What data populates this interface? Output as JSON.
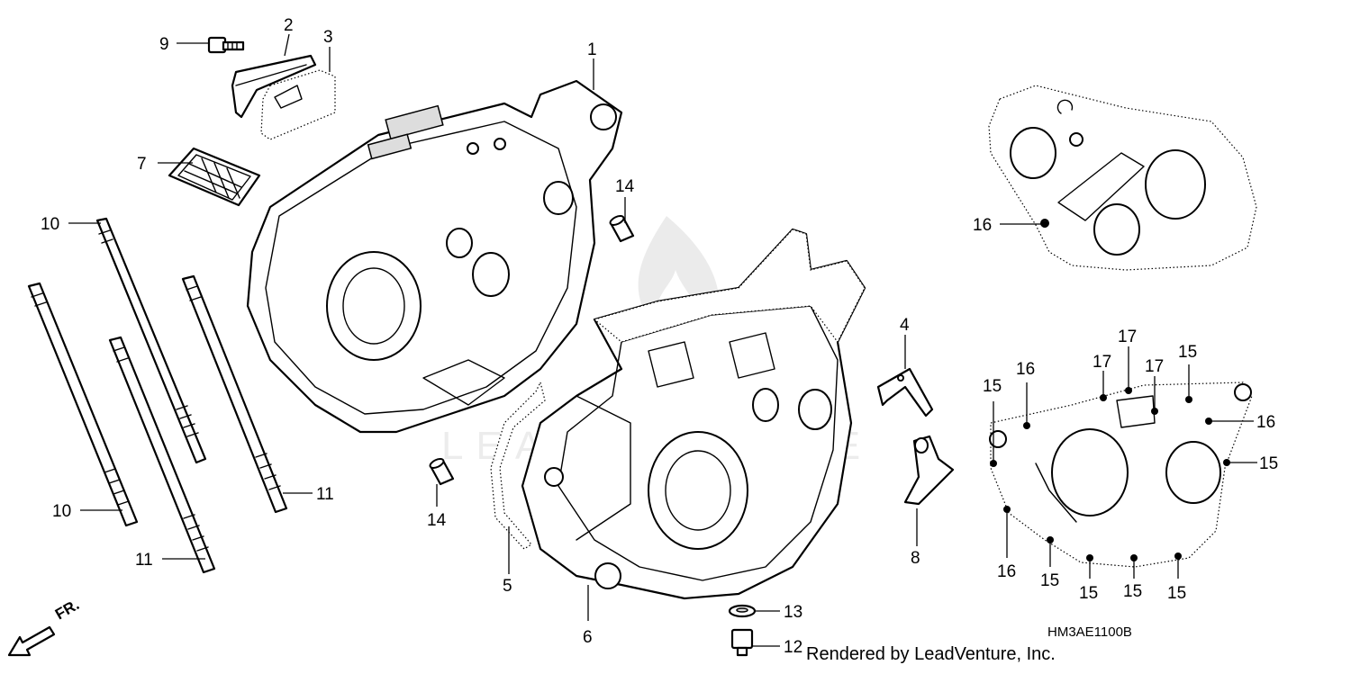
{
  "diagram": {
    "code": "HM3AE1100B",
    "credit": "Rendered by LeadVenture, Inc.",
    "direction_label": "FR.",
    "watermark_word": "LEADVENTURE"
  },
  "callouts": [
    {
      "id": "c1",
      "label": "1"
    },
    {
      "id": "c2",
      "label": "2"
    },
    {
      "id": "c3",
      "label": "3"
    },
    {
      "id": "c4",
      "label": "4"
    },
    {
      "id": "c5",
      "label": "5"
    },
    {
      "id": "c6",
      "label": "6"
    },
    {
      "id": "c7",
      "label": "7"
    },
    {
      "id": "c8",
      "label": "8"
    },
    {
      "id": "c9",
      "label": "9"
    },
    {
      "id": "c10a",
      "label": "10"
    },
    {
      "id": "c10b",
      "label": "10"
    },
    {
      "id": "c11a",
      "label": "11"
    },
    {
      "id": "c11b",
      "label": "11"
    },
    {
      "id": "c12",
      "label": "12"
    },
    {
      "id": "c13",
      "label": "13"
    },
    {
      "id": "c14a",
      "label": "14"
    },
    {
      "id": "c14b",
      "label": "14"
    },
    {
      "id": "c15a",
      "label": "15"
    },
    {
      "id": "c15b",
      "label": "15"
    },
    {
      "id": "c15c",
      "label": "15"
    },
    {
      "id": "c15d",
      "label": "15"
    },
    {
      "id": "c15e",
      "label": "15"
    },
    {
      "id": "c15f",
      "label": "15"
    },
    {
      "id": "c15g",
      "label": "15"
    },
    {
      "id": "c16a",
      "label": "16"
    },
    {
      "id": "c16b",
      "label": "16"
    },
    {
      "id": "c16c",
      "label": "16"
    },
    {
      "id": "c16d",
      "label": "16"
    },
    {
      "id": "c17a",
      "label": "17"
    },
    {
      "id": "c17b",
      "label": "17"
    },
    {
      "id": "c17c",
      "label": "17"
    }
  ]
}
